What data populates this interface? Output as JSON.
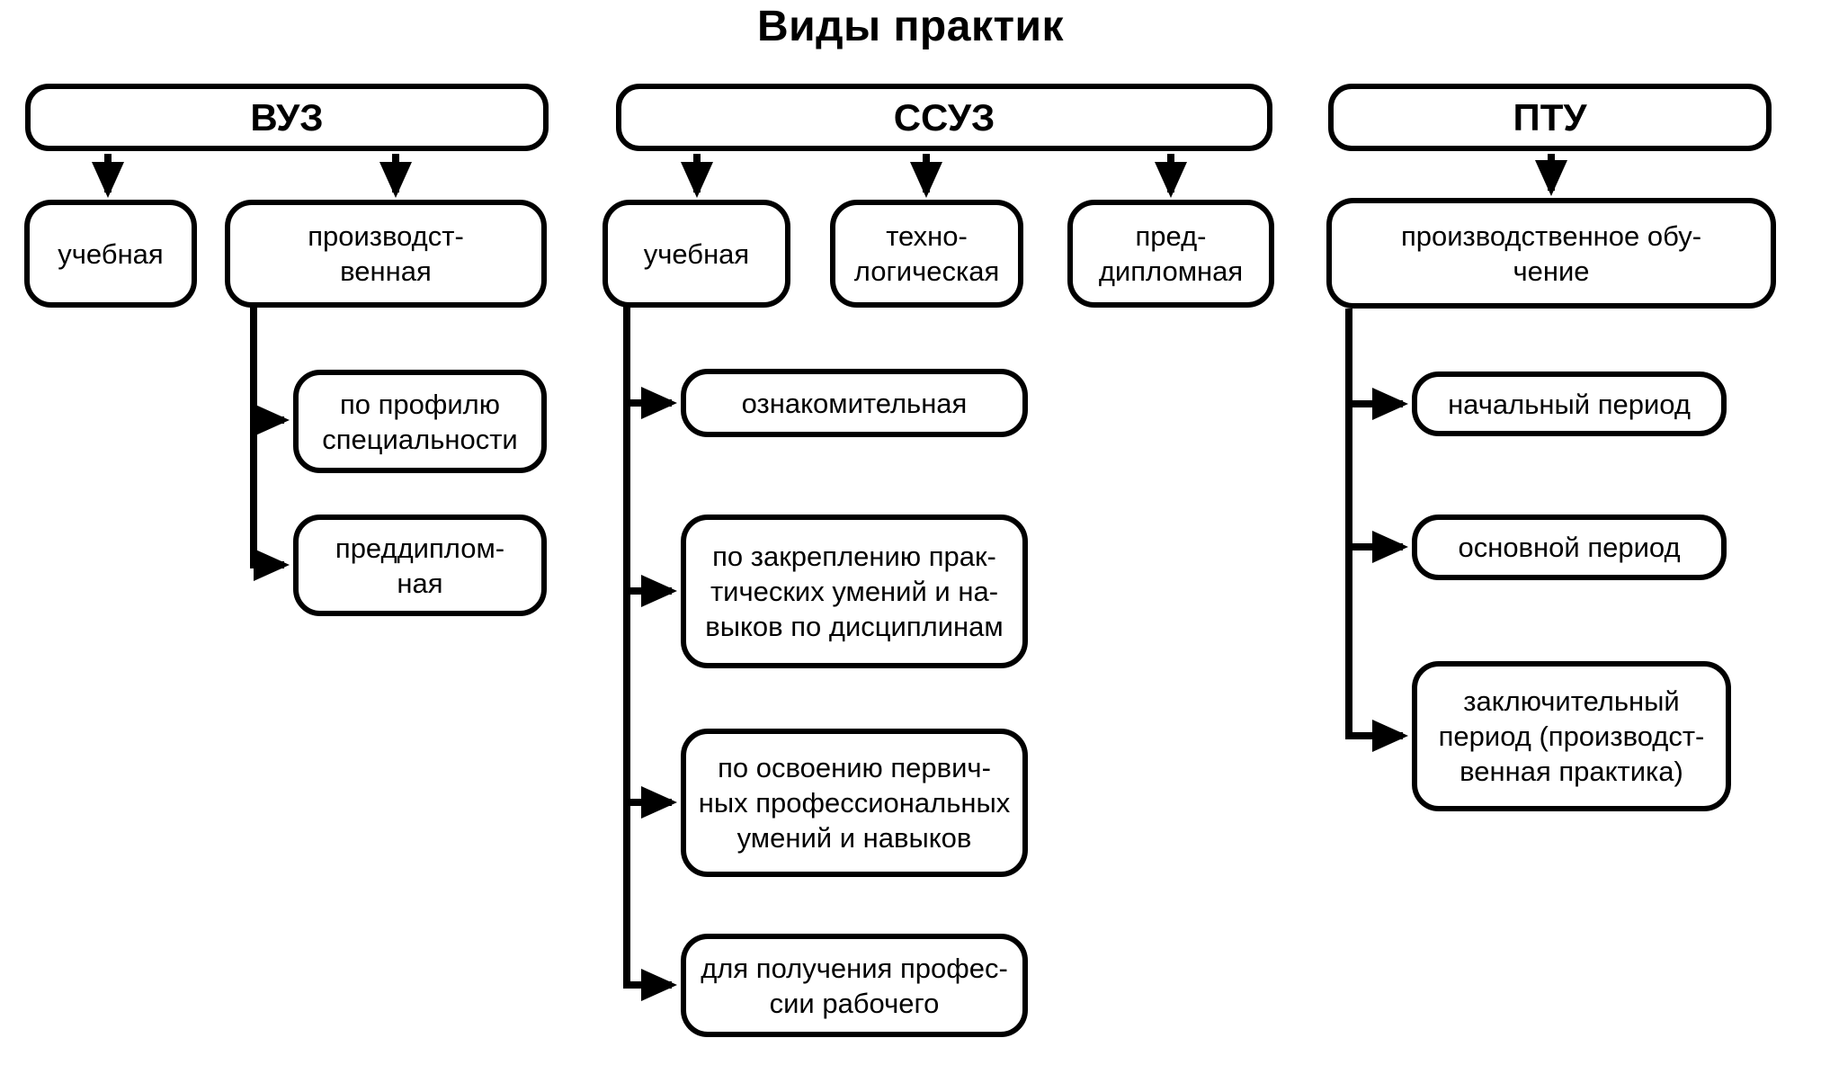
{
  "title": "Виды практик",
  "colors": {
    "ink": "#000000",
    "background": "#ffffff"
  },
  "branches": {
    "vuz": {
      "root": "ВУЗ",
      "children": [
        {
          "label": "учебная"
        },
        {
          "label": "производст-\nвенная"
        }
      ],
      "grandchildren": [
        {
          "label": "по профилю\nспециальности"
        },
        {
          "label": "преддиплом-\nная"
        }
      ]
    },
    "ssuz": {
      "root": "ССУЗ",
      "children": [
        {
          "label": "учебная"
        },
        {
          "label": "техно-\nлогическая"
        },
        {
          "label": "пред-\nдипломная"
        }
      ],
      "grandchildren": [
        {
          "label": "ознакомительная"
        },
        {
          "label": "по закреплению прак-\nтических умений и на-\nвыков по дисциплинам"
        },
        {
          "label": "по освоению первич-\nных профессиональных\nумений и навыков"
        },
        {
          "label": "для получения профес-\nсии рабочего"
        }
      ]
    },
    "ptu": {
      "root": "ПТУ",
      "children": [
        {
          "label": "производственное обу-\nчение"
        }
      ],
      "grandchildren": [
        {
          "label": "начальный период"
        },
        {
          "label": "основной период"
        },
        {
          "label": "заключительный\nпериод (производст-\nвенная практика)"
        }
      ]
    }
  }
}
